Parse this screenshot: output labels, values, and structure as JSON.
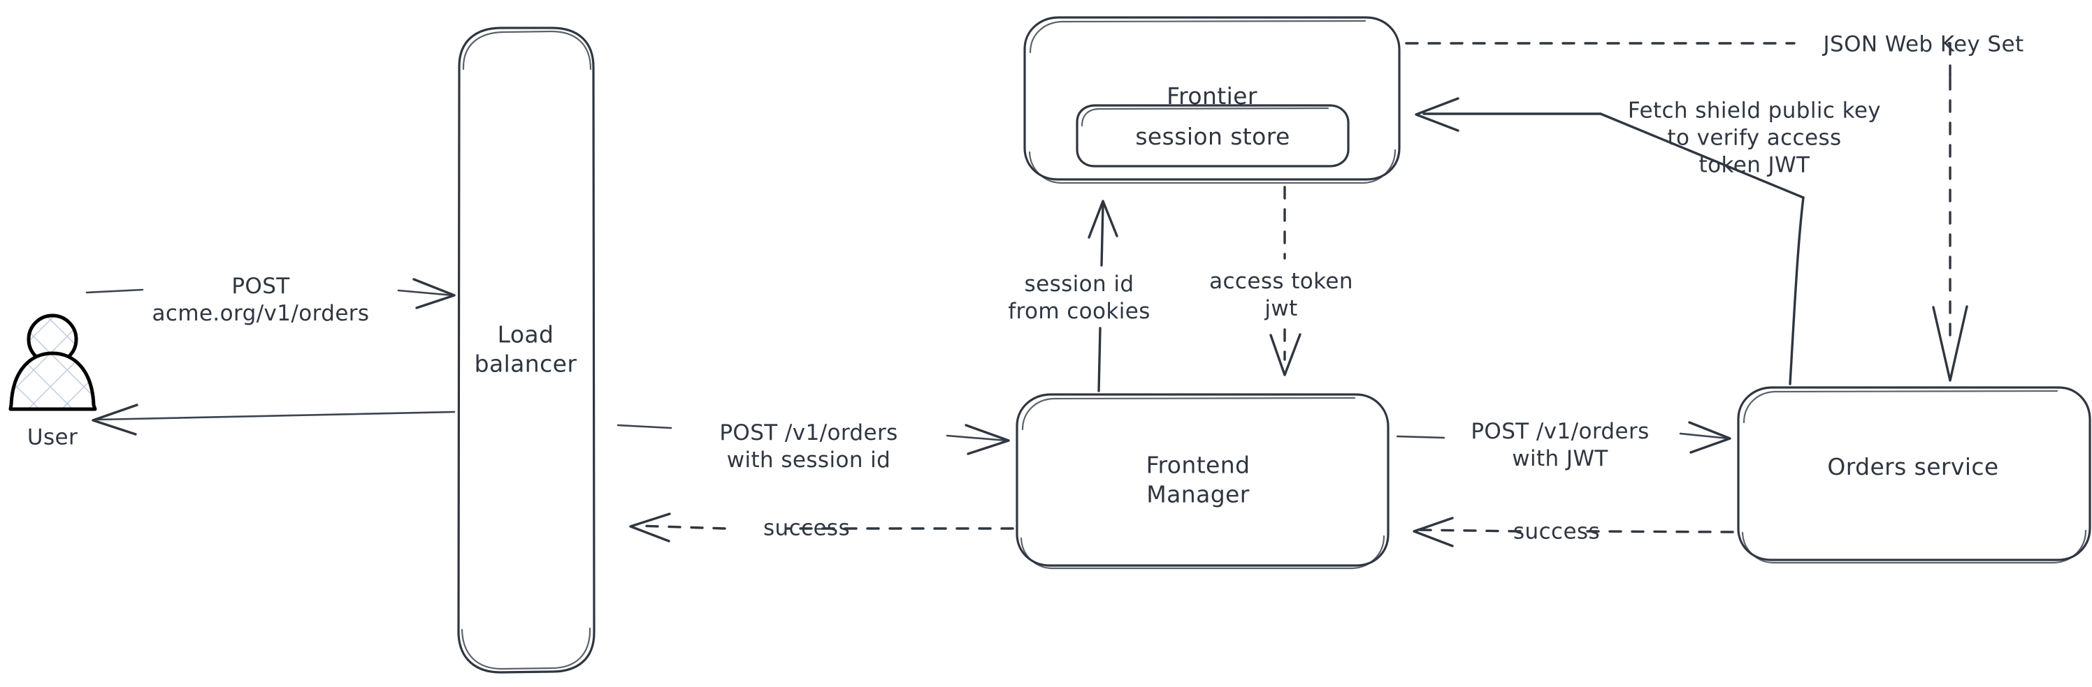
{
  "diagram": {
    "title": "Authentication request flow",
    "theme": {
      "background": "#ffffff",
      "stroke": "#2f3640",
      "user_stroke": "#000000",
      "user_fill": "#c8d2e0"
    },
    "nodes": [
      {
        "id": "user",
        "label": "User",
        "shape": "person-icon"
      },
      {
        "id": "load-balancer",
        "label": "Load\nbalancer",
        "shape": "rounded-rect-tall"
      },
      {
        "id": "frontier",
        "label": "Frontier",
        "shape": "rounded-rect"
      },
      {
        "id": "session-store",
        "label": "session store",
        "shape": "rounded-rect-inner"
      },
      {
        "id": "frontend-manager",
        "label": "Frontend\nManager",
        "shape": "rounded-rect"
      },
      {
        "id": "orders-service",
        "label": "Orders service",
        "shape": "rounded-rect"
      }
    ],
    "edges": [
      {
        "id": "user-to-lb",
        "from": "user",
        "to": "load-balancer",
        "label": "POST\nacme.org/v1/orders",
        "style": "solid",
        "direction": "right"
      },
      {
        "id": "lb-to-user",
        "from": "load-balancer",
        "to": "user",
        "label": "",
        "style": "solid",
        "direction": "left"
      },
      {
        "id": "lb-to-fm",
        "from": "load-balancer",
        "to": "frontend-manager",
        "label": "POST /v1/orders\nwith session id",
        "style": "solid",
        "direction": "right"
      },
      {
        "id": "fm-to-lb-success",
        "from": "frontend-manager",
        "to": "load-balancer",
        "label": "success",
        "style": "dashed",
        "direction": "left"
      },
      {
        "id": "fm-to-frontier",
        "from": "frontend-manager",
        "to": "frontier",
        "label": "session id\nfrom cookies",
        "style": "solid",
        "direction": "up"
      },
      {
        "id": "frontier-to-fm",
        "from": "frontier",
        "to": "frontend-manager",
        "label": "access token\njwt",
        "style": "dashed",
        "direction": "down"
      },
      {
        "id": "fm-to-orders",
        "from": "frontend-manager",
        "to": "orders-service",
        "label": "POST /v1/orders\nwith JWT",
        "style": "solid",
        "direction": "right"
      },
      {
        "id": "orders-to-fm-success",
        "from": "orders-service",
        "to": "frontend-manager",
        "label": "success",
        "style": "dashed",
        "direction": "left"
      },
      {
        "id": "orders-to-frontier-fetch",
        "from": "orders-service",
        "to": "frontier",
        "label": "Fetch shield public key\nto verify access\ntoken JWT",
        "style": "solid",
        "direction": "left"
      },
      {
        "id": "frontier-to-orders-jwks",
        "from": "frontier",
        "to": "orders-service",
        "label": "JSON Web Key Set",
        "style": "dashed",
        "direction": "down"
      }
    ],
    "labels": {
      "user": "User",
      "load_balancer": "Load\nbalancer",
      "frontier": "Frontier",
      "session_store": "session store",
      "frontend_manager": "Frontend\nManager",
      "orders_service": "Orders service",
      "post_acme_orders": "POST\nacme.org/v1/orders",
      "post_v1_orders_session": "POST /v1/orders\nwith session id",
      "post_v1_orders_jwt": "POST /v1/orders\nwith JWT",
      "success_left": "success",
      "success_right": "success",
      "session_id_from_cookies": "session id\nfrom cookies",
      "access_token_jwt": "access token\njwt",
      "fetch_shield_key": "Fetch shield public key\nto verify access\ntoken JWT",
      "json_web_key_set": "JSON Web Key Set"
    }
  }
}
